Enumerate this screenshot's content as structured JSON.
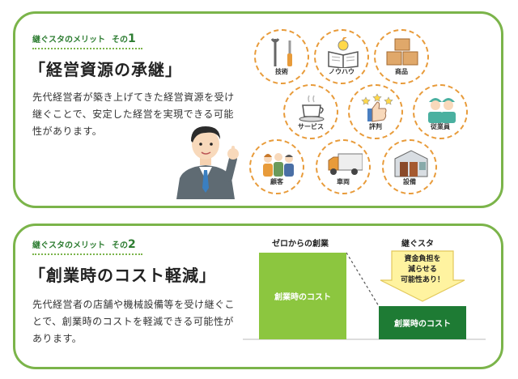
{
  "merit1": {
    "tagline": "継ぐスタのメリット",
    "tag_prefix": "その",
    "tag_number": "1",
    "heading": "「経営資源の承継」",
    "body": "先代経営者が築き上げてきた経営資源を受け継ぐことで、安定した経営を実現できる可能性があります。",
    "resources": [
      {
        "label": "技術",
        "icon": "tools-icon"
      },
      {
        "label": "ノウハウ",
        "icon": "notebook-icon"
      },
      {
        "label": "商品",
        "icon": "boxes-icon"
      },
      {
        "label": "サービス",
        "icon": "coffee-cup-icon"
      },
      {
        "label": "評判",
        "icon": "thumbs-up-stars-icon"
      },
      {
        "label": "従業員",
        "icon": "workers-icon"
      },
      {
        "label": "顧客",
        "icon": "customers-icon"
      },
      {
        "label": "車両",
        "icon": "truck-icon"
      },
      {
        "label": "設備",
        "icon": "factory-icon"
      }
    ]
  },
  "merit2": {
    "tagline": "継ぐスタのメリット",
    "tag_prefix": "その",
    "tag_number": "2",
    "heading": "「創業時のコスト軽減」",
    "body": "先代経営者の店舗や機械設備等を受け継ぐことで、創業時のコストを軽減できる可能性があります。",
    "comparison": {
      "left_title": "ゼロからの創業",
      "right_title": "継ぐスタ",
      "left_bar_label": "創業時のコスト",
      "right_bar_label": "創業時のコスト",
      "callout_line1": "資金負担を",
      "callout_line2": "減らせる",
      "callout_line3": "可能性あり！"
    }
  },
  "colors": {
    "frame_green": "#7bb44a",
    "bar_light_green": "#8cc63f",
    "bar_dark_green": "#1e7b34",
    "dashed_orange": "#e89b3a",
    "callout_yellow": "#fff3a0"
  }
}
